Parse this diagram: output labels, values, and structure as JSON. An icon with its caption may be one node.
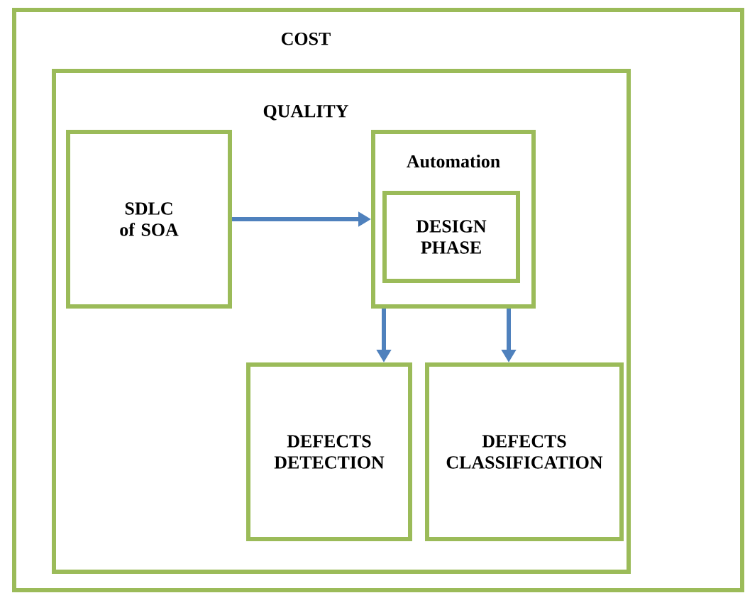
{
  "diagram": {
    "nodes": [
      {
        "text": [
          "COST"
        ]
      },
      {
        "text": [
          "QUALITY"
        ],
        "in": 0
      },
      {
        "text": [
          "SDLC of SOA"
        ],
        "in": 1
      },
      {
        "text": [
          "Automation"
        ],
        "in": 1
      },
      {
        "text": [
          "DESIGN PHASE"
        ],
        "in": 3
      },
      {
        "text": [
          "DEFECTS DETECTION"
        ],
        "in": 1
      },
      {
        "text": [
          "DEFECTS CLASSIFICATION"
        ],
        "in": 1
      }
    ],
    "edges": [
      {
        "from": 2,
        "to": 3,
        "arrow": "to"
      },
      {
        "from": 3,
        "to": 5,
        "arrow": "to"
      },
      {
        "from": 3,
        "to": 6,
        "arrow": "to"
      }
    ]
  }
}
